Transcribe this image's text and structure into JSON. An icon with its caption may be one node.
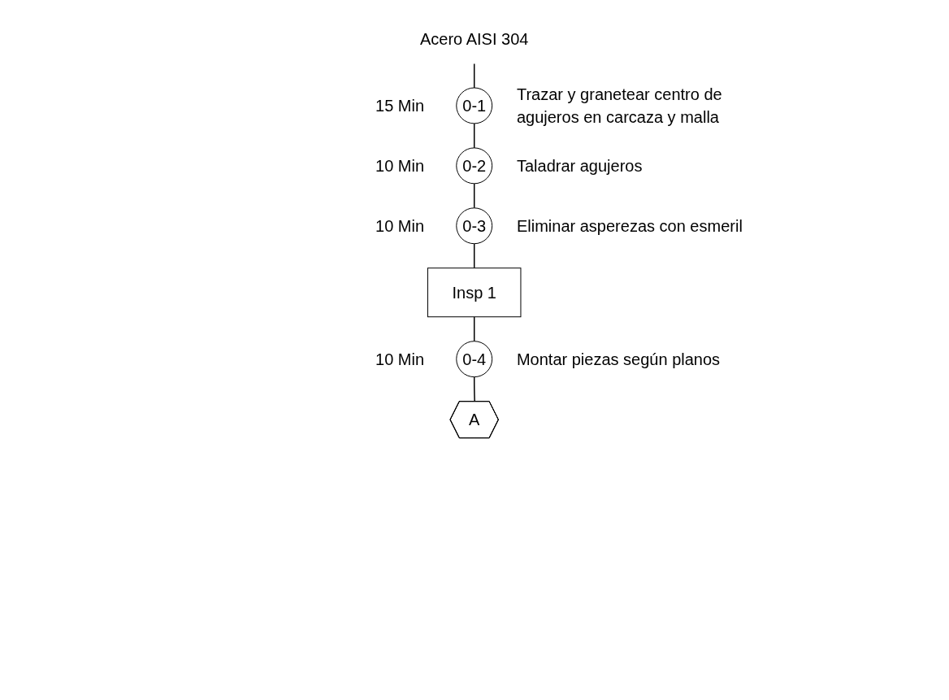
{
  "diagram": {
    "nodes": [
      {
        "text": [
          "Acero AISI 304"
        ]
      },
      {
        "text": [
          "0-1"
        ],
        "beside": [
          "15 Min",
          "Trazar y granetear centro de agujeros en carcaza y malla"
        ]
      },
      {
        "text": [
          "0-2"
        ],
        "beside": [
          "10 Min",
          "Taladrar agujeros"
        ]
      },
      {
        "text": [
          "0-3"
        ],
        "beside": [
          "10 Min",
          "Eliminar asperezas con esmeril"
        ]
      },
      {
        "text": [
          "Insp 1"
        ]
      },
      {
        "text": [
          "0-4"
        ],
        "beside": [
          "10 Min",
          "Montar piezas según planos"
        ]
      },
      {
        "text": [
          "A"
        ]
      }
    ],
    "edges": [
      {
        "from": 0,
        "to": 1,
        "arrow": "none"
      },
      {
        "from": 1,
        "to": 2,
        "arrow": "none"
      },
      {
        "from": 2,
        "to": 3,
        "arrow": "none"
      },
      {
        "from": 3,
        "to": 4,
        "arrow": "none"
      },
      {
        "from": 4,
        "to": 5,
        "arrow": "none"
      },
      {
        "from": 5,
        "to": 6,
        "arrow": "none"
      }
    ]
  }
}
